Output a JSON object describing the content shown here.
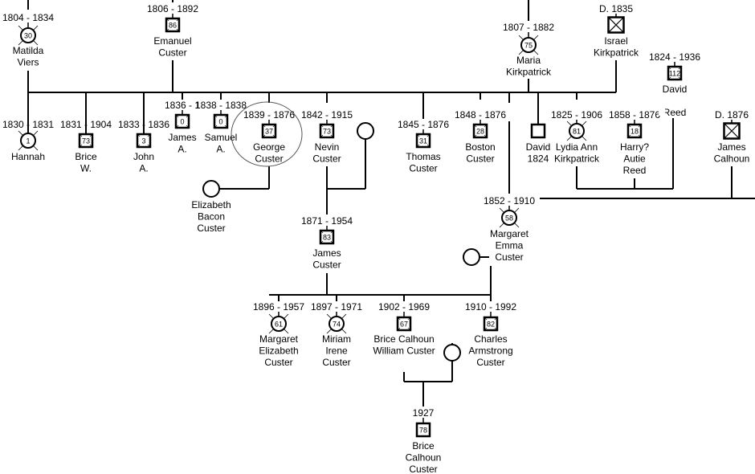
{
  "colors": {
    "line": "#000000",
    "background": "#ffffff",
    "highlight": "#555555"
  },
  "highlighted_person": "George Custer",
  "people": [
    {
      "dates": "1804 - 1834",
      "age": "30",
      "name_lines": [
        "Matilda",
        "Viers"
      ],
      "sex": "female",
      "deceased": true
    },
    {
      "dates": "1806 - 1892",
      "age": "86",
      "name_lines": [
        "Emanuel",
        "Custer"
      ],
      "sex": "male",
      "deceased": true
    },
    {
      "dates": "1830 - 1831",
      "age": "1",
      "name_lines": [
        "Hannah"
      ],
      "sex": "female",
      "deceased": true
    },
    {
      "dates": "1831 - 1904",
      "age": "73",
      "name_lines": [
        "Brice",
        "W."
      ],
      "sex": "male",
      "deceased": true
    },
    {
      "dates": "1833 - 1836",
      "age": "3",
      "name_lines": [
        "John",
        "A."
      ],
      "sex": "male",
      "deceased": true
    },
    {
      "dates": "1836 - 1",
      "age": "0",
      "name_lines": [
        "James",
        "A."
      ],
      "sex": "male",
      "deceased": true
    },
    {
      "dates": "1838 - 1838",
      "age": "0",
      "name_lines": [
        "Samuel",
        "A."
      ],
      "sex": "male",
      "deceased": true
    },
    {
      "dates": "1839 - 1876",
      "age": "37",
      "name_lines": [
        "George",
        "Custer"
      ],
      "sex": "male",
      "deceased": true
    },
    {
      "dates": "1842 - 1915",
      "age": "73",
      "name_lines": [
        "Nevin",
        "Custer"
      ],
      "sex": "male",
      "deceased": true
    },
    {
      "dates": "",
      "age": "",
      "name_lines": [],
      "sex": "female",
      "deceased": false
    },
    {
      "dates": "",
      "age": "",
      "name_lines": [
        "Elizabeth",
        "Bacon",
        "Custer"
      ],
      "sex": "female",
      "deceased": false
    },
    {
      "dates": "1871 - 1954",
      "age": "83",
      "name_lines": [
        "James",
        "Custer"
      ],
      "sex": "male",
      "deceased": true
    },
    {
      "dates": "1845 - 1876",
      "age": "31",
      "name_lines": [
        "Thomas",
        "Custer"
      ],
      "sex": "male",
      "deceased": true
    },
    {
      "dates": "1848 - 1876",
      "age": "28",
      "name_lines": [
        "Boston",
        "Custer"
      ],
      "sex": "male",
      "deceased": true
    },
    {
      "dates": "",
      "age": "",
      "name_lines": [
        "David",
        "1824"
      ],
      "sex": "male",
      "deceased": false
    },
    {
      "dates": "1825 - 1906",
      "age": "81",
      "name_lines": [
        "Lydia Ann",
        "Kirkpatrick"
      ],
      "sex": "female",
      "deceased": true
    },
    {
      "dates": "1858 - 1876",
      "age": "18",
      "name_lines": [
        "Harry?",
        "Autie",
        "Reed"
      ],
      "sex": "male",
      "deceased": true
    },
    {
      "dates": "1807 - 1882",
      "age": "75",
      "name_lines": [
        "Maria",
        "Kirkpatrick"
      ],
      "sex": "female",
      "deceased": true
    },
    {
      "dates": "D. 1835",
      "age": "",
      "name_lines": [
        "Israel",
        "Kirkpatrick"
      ],
      "sex": "male",
      "deceased": true
    },
    {
      "dates": "1824 - 1936",
      "age": "112",
      "name_lines": [
        "David",
        "Reed"
      ],
      "sex": "male",
      "deceased": true
    },
    {
      "dates": "D. 1876",
      "age": "",
      "name_lines": [
        "James",
        "Calhoun"
      ],
      "sex": "male",
      "deceased": true
    },
    {
      "dates": "1852 - 1910",
      "age": "58",
      "name_lines": [
        "Margaret",
        "Emma",
        "Custer"
      ],
      "sex": "female",
      "deceased": true
    },
    {
      "dates": "",
      "age": "",
      "name_lines": [],
      "sex": "female",
      "deceased": false
    },
    {
      "dates": "1896 - 1957",
      "age": "61",
      "name_lines": [
        "Margaret",
        "Elizabeth",
        "Custer"
      ],
      "sex": "female",
      "deceased": true
    },
    {
      "dates": "1897 - 1971",
      "age": "74",
      "name_lines": [
        "Miriam",
        "Irene",
        "Custer"
      ],
      "sex": "female",
      "deceased": true
    },
    {
      "dates": "1902 - 1969",
      "age": "67",
      "name_lines": [
        "Brice  Calhoun",
        "William Custer"
      ],
      "sex": "male",
      "deceased": true
    },
    {
      "dates": "1910 - 1992",
      "age": "82",
      "name_lines": [
        "Charles",
        "Armstrong",
        "Custer"
      ],
      "sex": "male",
      "deceased": true
    },
    {
      "dates": "",
      "age": "",
      "name_lines": [],
      "sex": "female",
      "deceased": false
    },
    {
      "dates": "1927",
      "age": "78",
      "name_lines": [
        "Brice",
        "Calhoun",
        "Custer"
      ],
      "sex": "male",
      "deceased": false
    }
  ]
}
